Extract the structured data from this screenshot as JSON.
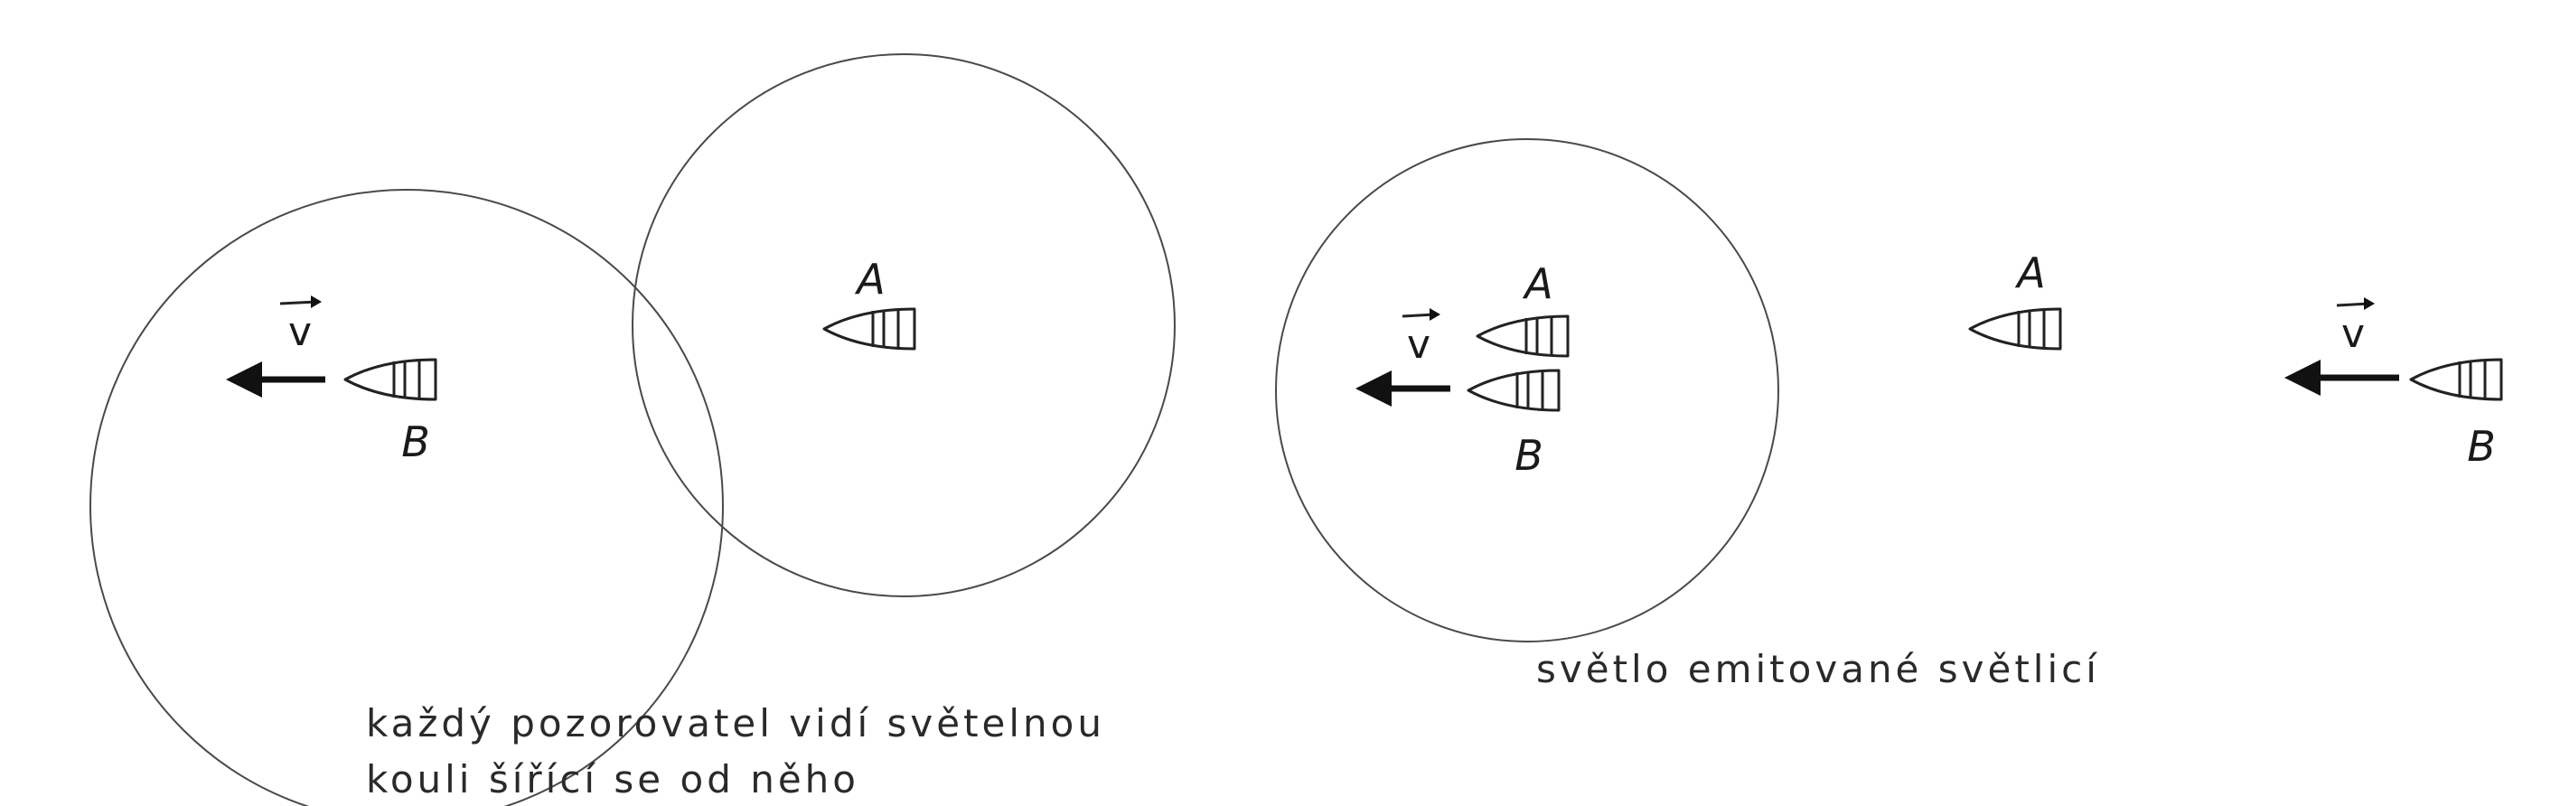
{
  "panel_left": {
    "label_a": "A",
    "label_b": "B",
    "label_v": "v",
    "caption_line1": "každý pozorovatel vidí světelnou",
    "caption_line2": "kouli šířící se od něho"
  },
  "panel_middle": {
    "label_a": "A",
    "label_b": "B",
    "label_v": "v",
    "caption": "světlo emitované světlicí"
  },
  "panel_right": {
    "label_a": "A",
    "label_b": "B",
    "label_v": "v"
  }
}
